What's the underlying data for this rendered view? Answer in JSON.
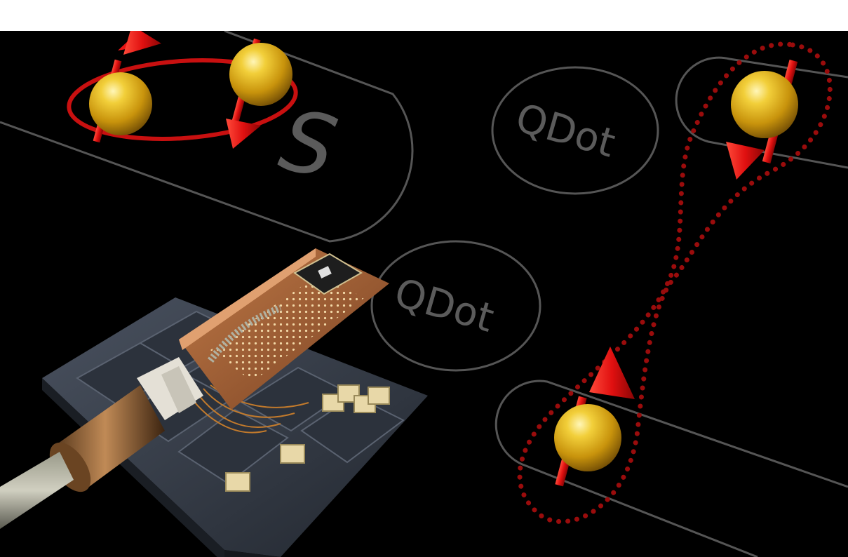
{
  "labels": {
    "superconductor": "S",
    "qdot_upper": "QDot",
    "qdot_lower": "QDot"
  },
  "colors": {
    "background": "#000000",
    "outline": "#555555",
    "label": "#5b5b5b",
    "spin_arrow": "#e01010",
    "electron_gold": "#d4a514",
    "entanglement_dots": "#9a0c0c"
  }
}
